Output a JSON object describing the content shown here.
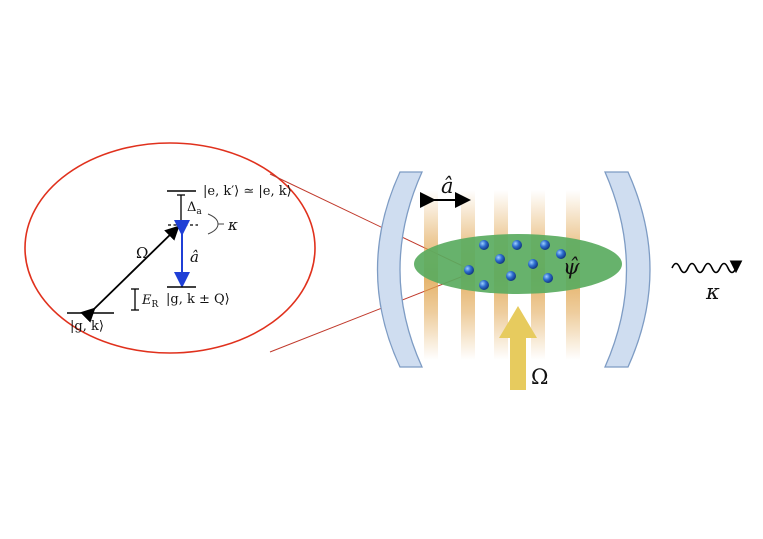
{
  "levels": {
    "excited": "|e, k′⟩ ≃ |e, k⟩",
    "ground_momentum": "|g, k⟩",
    "ground_shifted": "|g, k ± Q⟩"
  },
  "detunings": {
    "atomic": "Δ",
    "atomic_sub": "a",
    "recoil": "E",
    "recoil_sub": "R"
  },
  "transitions": {
    "pump": "Ω",
    "cavity_mode": "â",
    "loss": "κ"
  },
  "cavity": {
    "mode_label": "â",
    "atom_field": "ψ̂",
    "pump_label": "Ω",
    "decay_label": "κ"
  },
  "colors": {
    "ellipse_outline": "#e0311d",
    "mirror_fill": "#cfddf0",
    "mirror_stroke": "#7e9cc4",
    "cloud": "#5aab5f",
    "atom": "#2f6fd0",
    "standing_wave": "#e0a44d",
    "pump_arrow": "#e7cb5e",
    "cavity_photon_arrow": "#1f3fd6"
  },
  "atom_count": 10
}
